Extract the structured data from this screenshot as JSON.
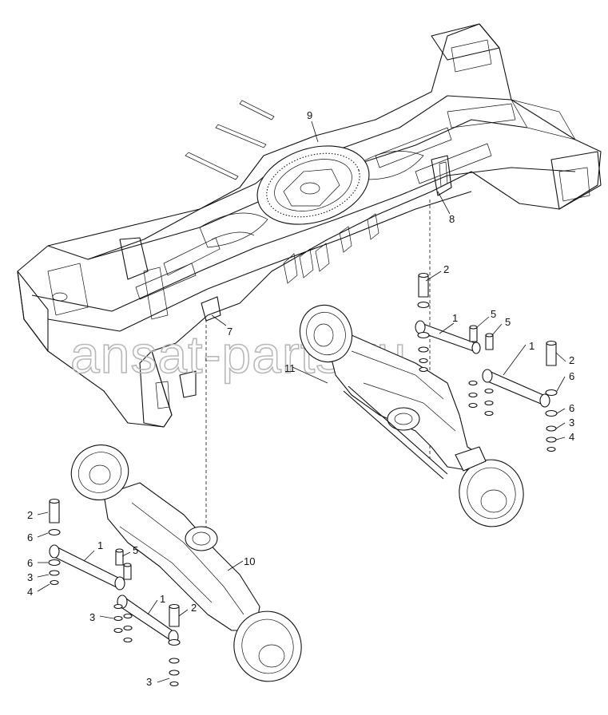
{
  "watermark": "ansat-parts.ru",
  "callouts": [
    {
      "id": "c9",
      "label": "9"
    },
    {
      "id": "c8",
      "label": "8"
    },
    {
      "id": "c7",
      "label": "7"
    },
    {
      "id": "c11",
      "label": "11"
    },
    {
      "id": "c10",
      "label": "10"
    },
    {
      "id": "r2a",
      "label": "2"
    },
    {
      "id": "r1a",
      "label": "1"
    },
    {
      "id": "r5a",
      "label": "5"
    },
    {
      "id": "r5b",
      "label": "5"
    },
    {
      "id": "r1b",
      "label": "1"
    },
    {
      "id": "r2b",
      "label": "2"
    },
    {
      "id": "r6a",
      "label": "6"
    },
    {
      "id": "r6b",
      "label": "6"
    },
    {
      "id": "r3a",
      "label": "3"
    },
    {
      "id": "r4a",
      "label": "4"
    },
    {
      "id": "l2a",
      "label": "2"
    },
    {
      "id": "l6a",
      "label": "6"
    },
    {
      "id": "l1a",
      "label": "1"
    },
    {
      "id": "l5a",
      "label": "5"
    },
    {
      "id": "l6b",
      "label": "6"
    },
    {
      "id": "l3a",
      "label": "3"
    },
    {
      "id": "l4a",
      "label": "4"
    },
    {
      "id": "l1b",
      "label": "1"
    },
    {
      "id": "l3b",
      "label": "3"
    },
    {
      "id": "l2b",
      "label": "2"
    },
    {
      "id": "l3c",
      "label": "3"
    }
  ]
}
